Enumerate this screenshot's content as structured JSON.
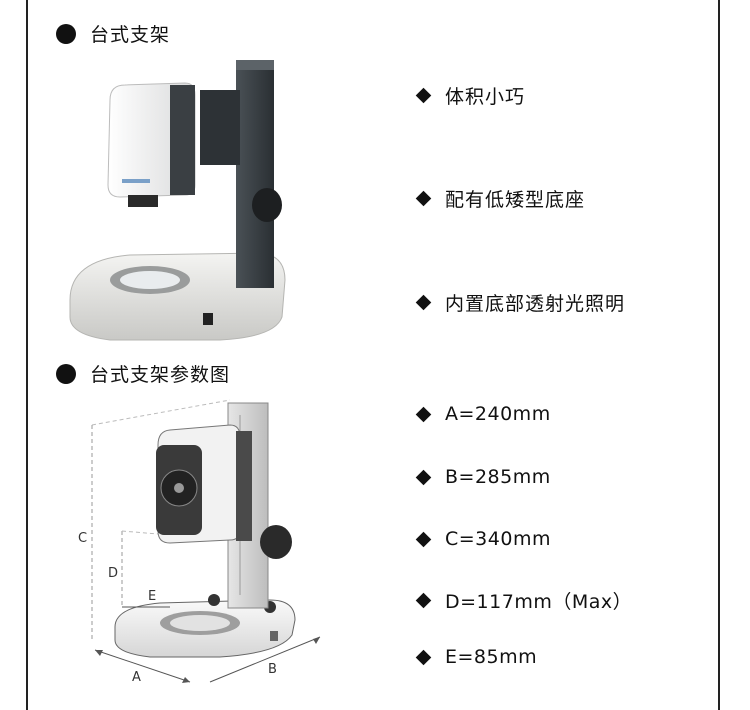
{
  "sections": [
    {
      "title": "台式支架"
    },
    {
      "title": "台式支架参数图"
    }
  ],
  "features": [
    "体积小巧",
    "配有低矮型底座",
    "内置底部透射光照明"
  ],
  "specs": [
    "A=240mm",
    "B=285mm",
    "C=340mm",
    "D=117mm（Max）",
    "E=85mm"
  ],
  "dimension_letters": {
    "a": "A",
    "b": "B",
    "c": "C",
    "d": "D",
    "e": "E"
  }
}
